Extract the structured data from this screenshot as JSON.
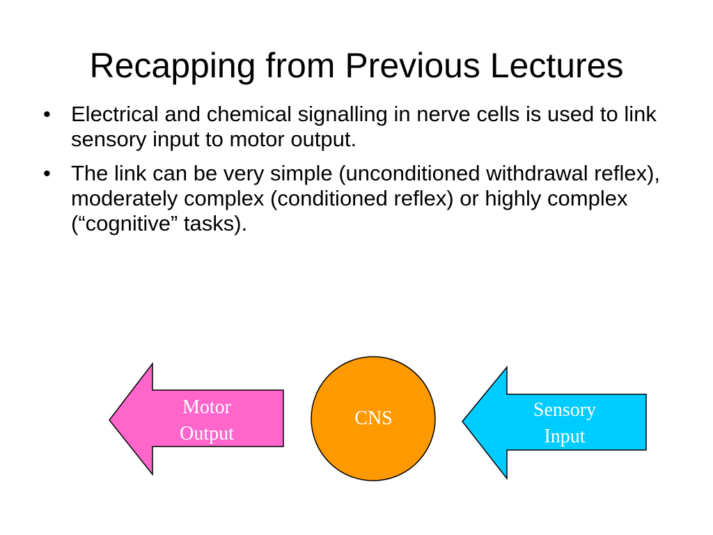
{
  "slide": {
    "title": "Recapping from Previous Lectures",
    "bullet_glyph": "•",
    "bullets": [
      "Electrical and chemical signalling in nerve cells is used to link sensory input to motor output.",
      "The link can be very simple (unconditioned withdrawal reflex), moderately complex (conditioned reflex) or highly complex (“cognitive” tasks)."
    ]
  },
  "diagram": {
    "motor": {
      "line1": "Motor",
      "line2": "Output",
      "color": "#ff66cc"
    },
    "cns": {
      "label": "CNS",
      "color": "#ff9900"
    },
    "sensory": {
      "line1": "Sensory",
      "line2": "Input",
      "color": "#00ccff"
    }
  }
}
